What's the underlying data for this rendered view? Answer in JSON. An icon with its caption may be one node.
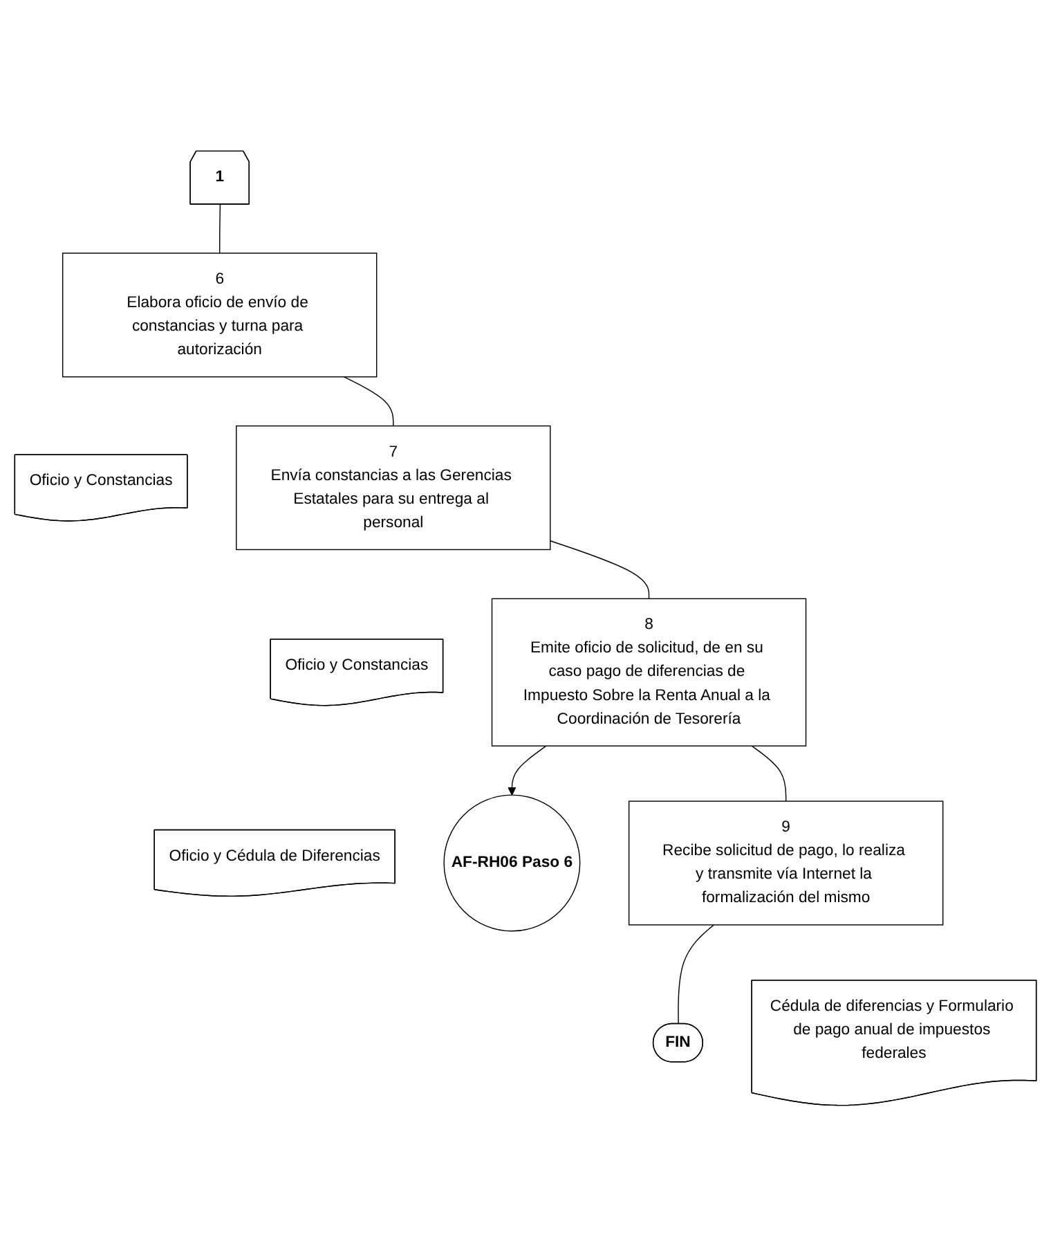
{
  "diagram": {
    "nodes": [
      {
        "text": [
          "1"
        ]
      },
      {
        "text": [
          "6",
          "Elabora oficio de envío de constancias y turna para autorización"
        ]
      },
      {
        "text": [
          "Oficio y Constancias"
        ]
      },
      {
        "text": [
          "7",
          "Envía constancias a las Gerencias Estatales para su entrega al personal"
        ]
      },
      {
        "text": [
          "Oficio y Constancias"
        ]
      },
      {
        "text": [
          "8",
          "Emite oficio de solicitud, de en su caso pago de diferencias de Impuesto Sobre la Renta Anual a la Coordinación de Tesorería"
        ]
      },
      {
        "text": [
          "Oficio y Cédula de Diferencias"
        ]
      },
      {
        "text": [
          "AF-RH06 Paso 6"
        ]
      },
      {
        "text": [
          "9",
          "Recibe solicitud de pago, lo realiza y transmite vía Internet la formalización del mismo"
        ]
      },
      {
        "text": [
          "Cédula de diferencias y Formulario de pago anual de impuestos federales"
        ]
      },
      {
        "text": [
          "FIN"
        ]
      }
    ],
    "edges": [
      {
        "from": 0,
        "to": 1,
        "arrow": "none"
      },
      {
        "from": 1,
        "to": 3,
        "arrow": "none"
      },
      {
        "from": 3,
        "to": 5,
        "arrow": "none"
      },
      {
        "from": 5,
        "to": 7,
        "arrow": "to"
      },
      {
        "from": 5,
        "to": 8,
        "arrow": "none"
      },
      {
        "from": 8,
        "to": 10,
        "arrow": "none"
      }
    ]
  }
}
